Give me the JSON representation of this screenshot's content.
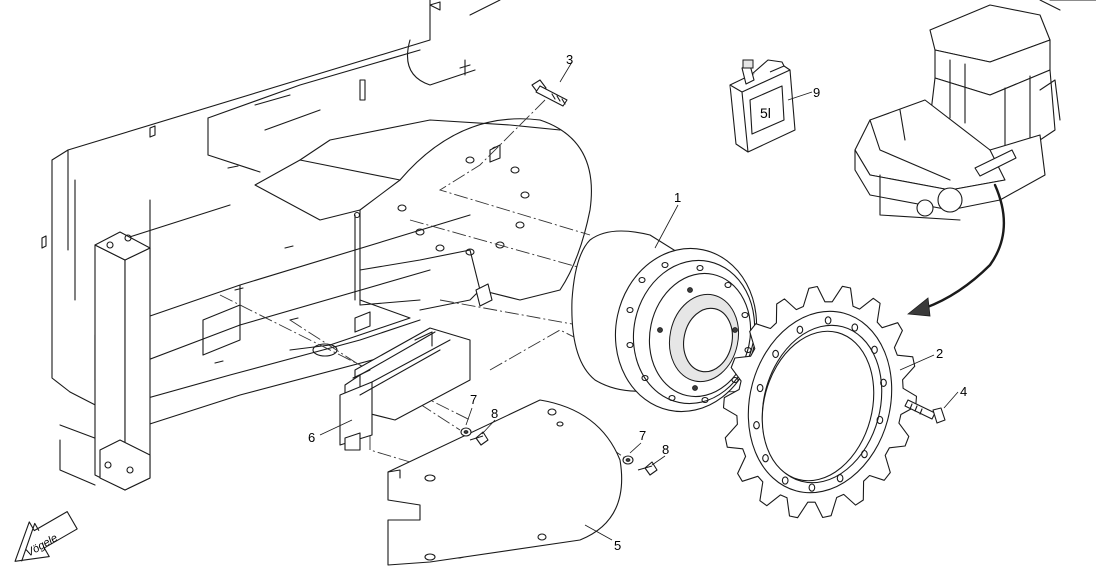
{
  "callouts": {
    "c1": "1",
    "c2": "2",
    "c3": "3",
    "c4": "4",
    "c5": "5",
    "c6": "6",
    "c7a": "7",
    "c7b": "7",
    "c8a": "8",
    "c8b": "8",
    "c9": "9"
  },
  "oil_can_label": "5l",
  "brand_logo_text": "Vögele",
  "icons": {
    "logo": "voegele-arrow-logo",
    "arrow": "location-arrow"
  },
  "colors": {
    "line": "#1a1a1a",
    "background": "#ffffff"
  }
}
